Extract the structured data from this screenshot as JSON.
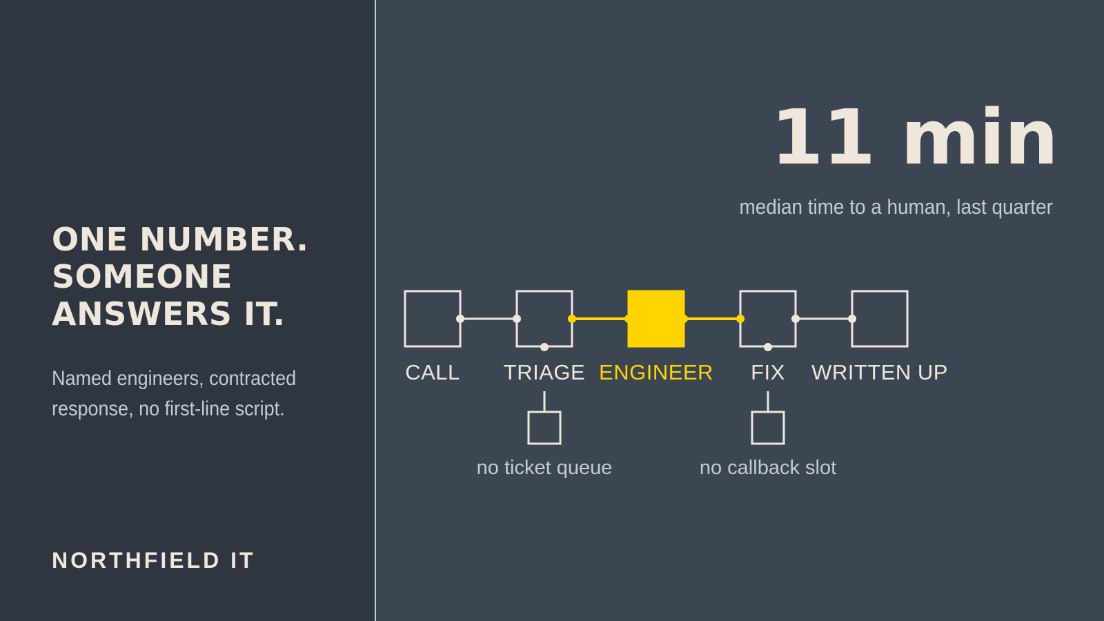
{
  "left": {
    "headline_lines": [
      "ONE NUMBER.",
      "SOMEONE",
      "ANSWERS IT."
    ],
    "subcopy_lines": [
      "Named engineers, contracted",
      "response, no first-line script."
    ],
    "brand": "NORTHFIELD IT"
  },
  "metric": {
    "value": "11 min",
    "caption": "median time to a human, last quarter"
  },
  "flow": {
    "steps": [
      {
        "label": "CALL",
        "highlight": false
      },
      {
        "label": "TRIAGE",
        "highlight": false
      },
      {
        "label": "ENGINEER",
        "highlight": true
      },
      {
        "label": "FIX",
        "highlight": false
      },
      {
        "label": "WRITTEN UP",
        "highlight": false
      }
    ],
    "notes": [
      {
        "attach_step": 1,
        "label": "no ticket queue"
      },
      {
        "attach_step": 3,
        "label": "no callback slot"
      }
    ]
  },
  "colors": {
    "left_background": "#2f3640",
    "right_background": "#3c4652",
    "cream": "#efe7db",
    "muted_text": "#c6cbd1",
    "accent_yellow": "#ffd400"
  },
  "icons": [
    "box-outline-icon",
    "connector-dot-icon"
  ]
}
